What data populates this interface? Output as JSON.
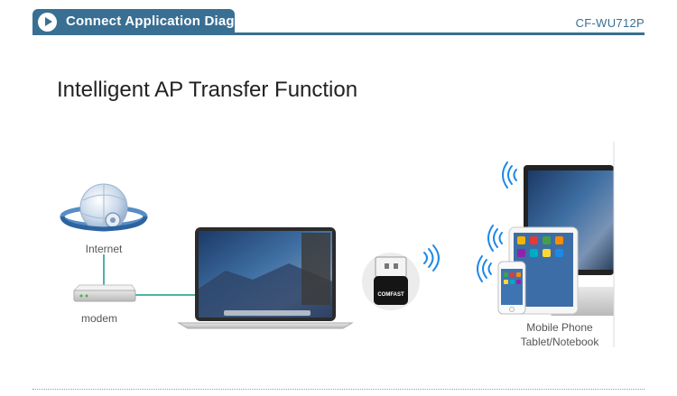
{
  "header": {
    "title": "Connect Application Diagram",
    "model": "CF-WU712P"
  },
  "page_title": "Intelligent AP Transfer Function",
  "labels": {
    "internet": "Internet",
    "modem": "modem",
    "mobile_phone": "Mobile Phone",
    "tablet_notebook": "Tablet/Notebook",
    "adapter_brand": "COMFAST"
  },
  "colors": {
    "header": "#3a6f94",
    "link_line": "#4fb3a4",
    "wifi_signal": "#1e88e5"
  }
}
